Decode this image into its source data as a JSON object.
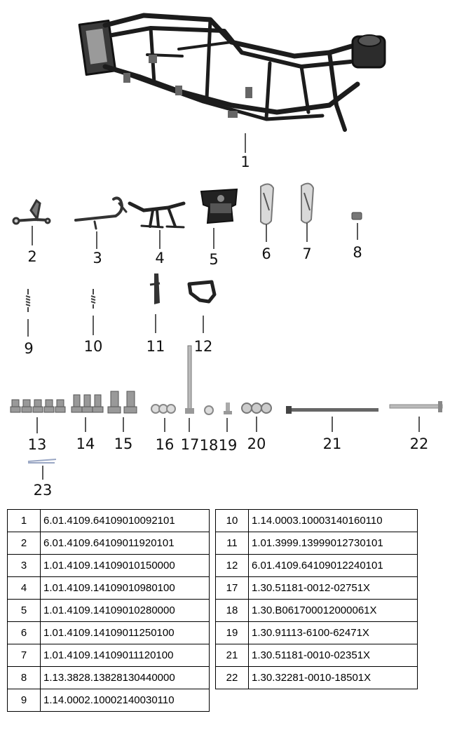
{
  "callouts": [
    "1",
    "2",
    "3",
    "4",
    "5",
    "6",
    "7",
    "8",
    "9",
    "10",
    "11",
    "12",
    "13",
    "14",
    "15",
    "16",
    "17",
    "18",
    "19",
    "20",
    "21",
    "22",
    "23"
  ],
  "parts_left": [
    {
      "no": "1",
      "code": "6.01.4109.64109010092101"
    },
    {
      "no": "2",
      "code": "6.01.4109.64109011920101"
    },
    {
      "no": "3",
      "code": "1.01.4109.14109010150000"
    },
    {
      "no": "4",
      "code": "1.01.4109.14109010980100"
    },
    {
      "no": "5",
      "code": "1.01.4109.14109010280000"
    },
    {
      "no": "6",
      "code": "1.01.4109.14109011250100"
    },
    {
      "no": "7",
      "code": "1.01.4109.14109011120100"
    },
    {
      "no": "8",
      "code": "1.13.3828.13828130440000"
    },
    {
      "no": "9",
      "code": "1.14.0002.10002140030110"
    }
  ],
  "parts_right": [
    {
      "no": "10",
      "code": "1.14.0003.10003140160110"
    },
    {
      "no": "11",
      "code": "1.01.3999.13999012730101"
    },
    {
      "no": "12",
      "code": "6.01.4109.64109012240101"
    },
    {
      "no": "17",
      "code": "1.30.51181-0012-02751X"
    },
    {
      "no": "18",
      "code": "1.30.B061700012000061X"
    },
    {
      "no": "19",
      "code": "1.30.91113-6100-62471X"
    },
    {
      "no": "21",
      "code": "1.30.51181-0010-02351X"
    },
    {
      "no": "22",
      "code": "1.30.32281-0010-18501X"
    }
  ]
}
